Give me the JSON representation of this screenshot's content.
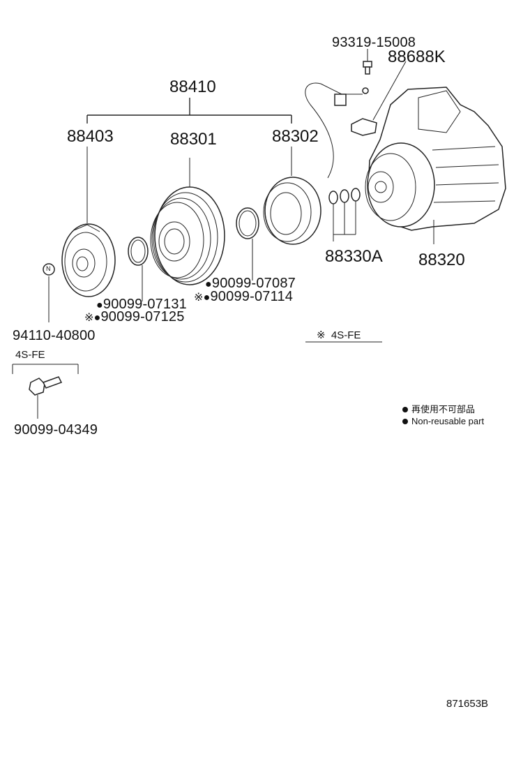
{
  "diagram": {
    "assembly": "88410",
    "parts": {
      "bolt_top": "93319-15008",
      "bracket": "88688K",
      "hub": "88403",
      "pulley": "88301",
      "coil": "88302",
      "orings": "88330A",
      "compressor": "88320",
      "washer_nut": "94110-40800",
      "bolt": "90099-04349"
    },
    "snap_rings": {
      "outer_a": "90099-07131",
      "outer_b": "90099-07125",
      "inner_a": "90099-07087",
      "inner_b": "90099-07114"
    },
    "variant_note": "4S-FE",
    "variant_group_label": "4S-FE",
    "n_mark": "N",
    "ref_mark": "※",
    "legend": {
      "jp": "再使用不可部品",
      "en": "Non-reusable part"
    },
    "figure_code": "871653B"
  }
}
